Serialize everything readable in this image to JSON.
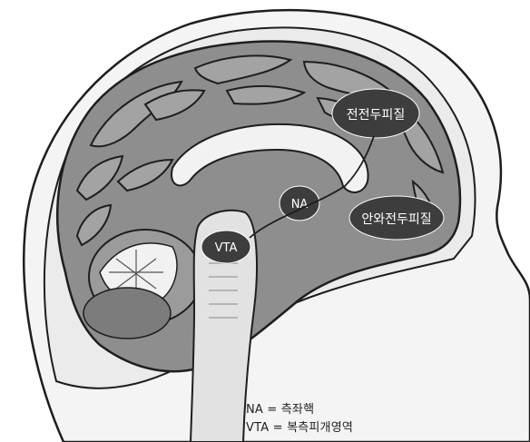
{
  "labels": {
    "prefrontal": "전전두피질",
    "na": "NA",
    "orbitofrontal": "안와전두피질",
    "vta": "VTA"
  },
  "legend": {
    "line1": "NA = 측좌핵",
    "line2": "VTA = 복측피개영역"
  },
  "colors": {
    "label_fill": "#3d3d3d",
    "brain_fill": "#8e8e8e",
    "gyri_fill": "#a3a3a3",
    "outline": "#1e1e1e"
  }
}
